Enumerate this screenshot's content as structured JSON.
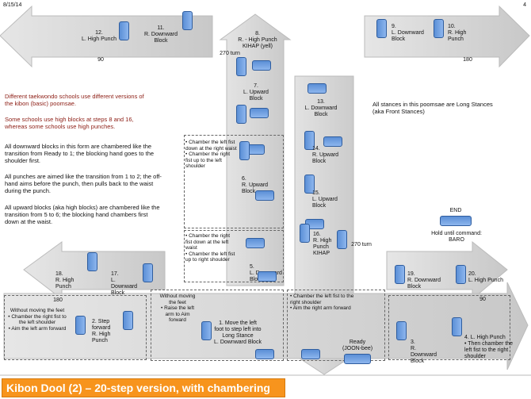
{
  "header": {
    "date": "8/15/14",
    "page": "4"
  },
  "notes_left": {
    "p1": "Different taekwondo schools use different versions of the kibon (basic) poomsae.",
    "p2": "Some schools use high blocks at steps 8 and 16, whereas some schools use high punches.",
    "p3": "All downward blocks in this form are chambered like the transition from Ready to 1; the blocking hand goes to the shoulder first.",
    "p4": "All punches are aimed like the transition from 1 to 2; the off-hand aims before the punch, then pulls back to the waist during the punch.",
    "p5": "All upward blocks (aka high blocks) are chambered like the transition from 5 to 6; the blocking hand chambers first down at the waist."
  },
  "notes_right": {
    "stances": "All stances in this poomsae are Long Stances (aka Front Stances)"
  },
  "steps": {
    "s1": "1. Move the left foot to step left into Long Stance\nL. Downward Block",
    "s2": "2. Step forward\nR. High Punch",
    "s3": "3.\nR. Downward Block",
    "s4": "4. L. High Punch\n• Then chamber the left fist to the right shoulder",
    "s5": "5.\nL. Downward Block",
    "s6": "6.\nR. Upward Block",
    "s7": "7.\nL. Upward Block",
    "s8": "8.\nR. - High Punch\nKIHAP (yell)",
    "s9": "9.\nL. Downward Block",
    "s10": "10.\nR. High Punch",
    "s11": "11.\nR. Downward Block",
    "s12": "12.\nL. High Punch",
    "s13": "13.\nL. Downward Block",
    "s14": "14.\nR. Upward Block",
    "s15": "15.\nL. Upward Block",
    "s16": "16.\nR. High Punch\nKIHAP",
    "s17": "17.\nL. Downward Block",
    "s18": "18.\nR. High Punch",
    "s19": "19.\nR. Downward Block",
    "s20": "20.\nL. High Punch",
    "ready": "Ready\n(JOON-bee)",
    "end": "END",
    "hold": "Hold until command:\nBARO"
  },
  "turns": {
    "t270a": "270 turn",
    "t270b": "270 turn",
    "t90a": "90",
    "t180a": "180",
    "t180b": "180",
    "t90b": "90"
  },
  "chamber_notes": {
    "c_ready": "• Chamber the left fist to the right shoulder\n• Aim the right arm forward",
    "c_1to2": "Without moving the feet\n• Raise the left arm to Aim forward",
    "c_bottom_left": "Without moving the feet\n• Chamber the right fist to the left shoulder\n• Aim the left arm forward",
    "c_5": "• Chamber the right fist down at the left waist\n• Chamber the left fist up to right shoulder",
    "c_6": "• Chamber the left fist down at the right waist\n• Chamber the right fist up to the left shoulder"
  },
  "title": "Kibon Dool (2) – 20-step version, with chambering",
  "colors": {
    "foot": "#5b8fd6",
    "title_bg": "#f7941d",
    "arrow": "#d9d9d9",
    "note_red": "#8c1c13"
  }
}
